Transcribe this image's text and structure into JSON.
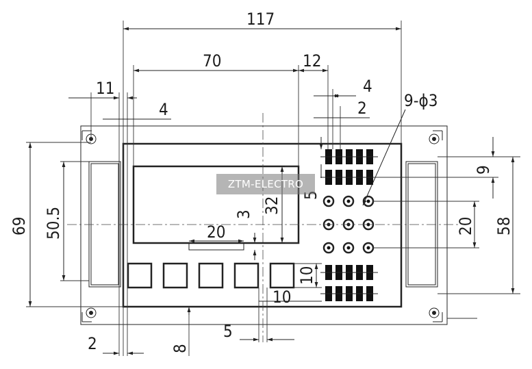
{
  "dimensions": {
    "overall_width": "117",
    "display_width": "70",
    "pin_block_width": "12",
    "pin_offset_4_top": "4",
    "pin_offset_2": "2",
    "hole_note": "9-ϕ3",
    "left_11": "11",
    "left_4": "4",
    "overall_height": "69",
    "inner_height": "50.5",
    "display_height": "32",
    "display_3": "3",
    "display_20": "20",
    "right_9": "9",
    "right_20": "20",
    "right_58": "58",
    "button_10_v": "10",
    "button_10_h": "10",
    "bottom_2": "2",
    "bottom_8": "8",
    "bottom_5": "5",
    "small_5": "5"
  },
  "watermark": "ZTM-ELECTRO"
}
